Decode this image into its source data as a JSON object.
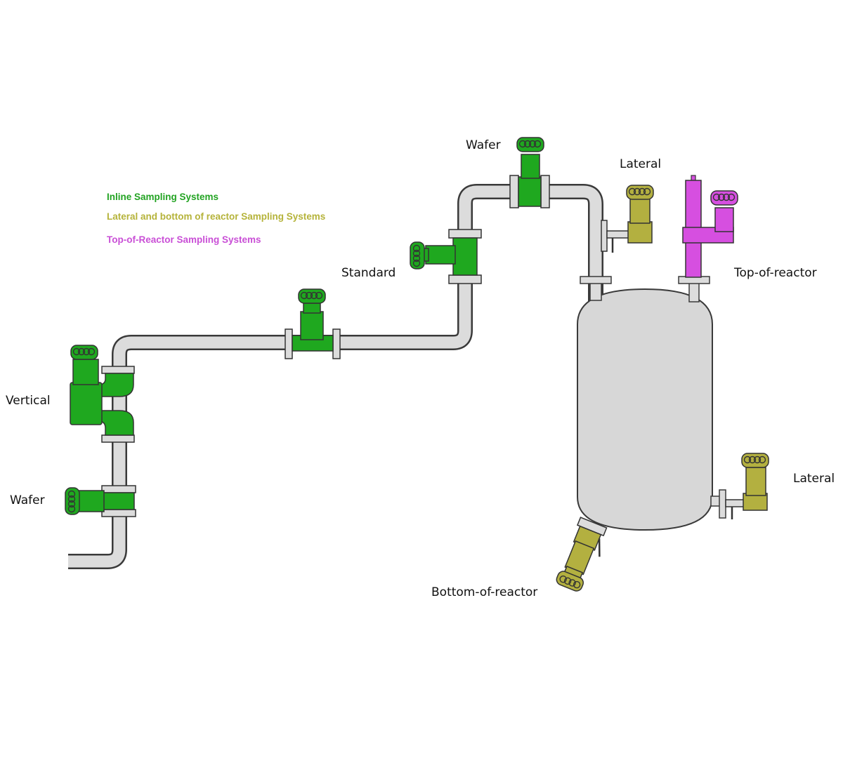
{
  "legend": {
    "inline": {
      "text": "Inline Sampling Systems",
      "color": "#22a322"
    },
    "lateral": {
      "text": "Lateral and bottom of reactor Sampling Systems",
      "color": "#b5b33a"
    },
    "top": {
      "text": "Top-of-Reactor Sampling Systems",
      "color": "#c94fd6"
    }
  },
  "labels": {
    "vertical": "Vertical",
    "wafer_left": "Wafer",
    "standard": "Standard",
    "wafer_top": "Wafer",
    "lateral_top": "Lateral",
    "top_of_reactor": "Top-of-reactor",
    "lateral_right": "Lateral",
    "bottom_of_reactor": "Bottom-of-reactor"
  },
  "colors": {
    "inline": "#1fa81f",
    "lateral": "#b3b040",
    "top": "#d64fe0",
    "pipe": "#dcdcdc",
    "outline": "#444444"
  }
}
